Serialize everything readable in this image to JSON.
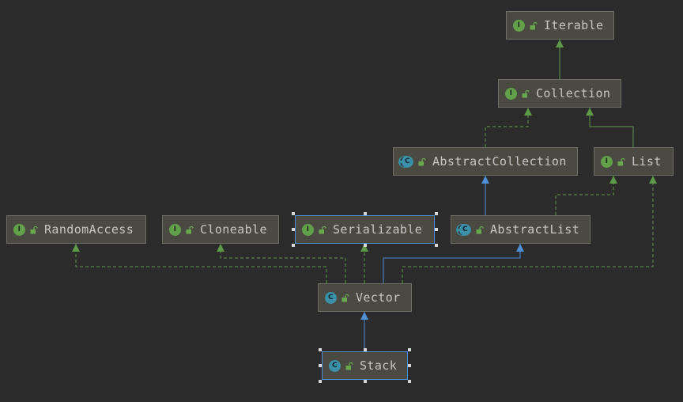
{
  "colors": {
    "background": "#2b2b2b",
    "node_fill": "#4b4a42",
    "node_border": "#6f6e66",
    "implements_edge": "#5f9a48",
    "extends_interface_edge": "#5f9a48",
    "extends_class_edge": "#4f8fd6",
    "selection": "#4f8fd6"
  },
  "nodes": [
    {
      "id": "iterable",
      "label": "Iterable",
      "kind": "interface",
      "kind_letter": "I",
      "icon": "interface-icon"
    },
    {
      "id": "collection",
      "label": "Collection",
      "kind": "interface",
      "kind_letter": "I",
      "icon": "interface-icon"
    },
    {
      "id": "abstract_collection",
      "label": "AbstractCollection",
      "kind": "abstract-class",
      "kind_letter": "C",
      "icon": "abstract-class-icon"
    },
    {
      "id": "list",
      "label": "List",
      "kind": "interface",
      "kind_letter": "I",
      "icon": "interface-icon"
    },
    {
      "id": "random_access",
      "label": "RandomAccess",
      "kind": "interface",
      "kind_letter": "I",
      "icon": "interface-icon"
    },
    {
      "id": "cloneable",
      "label": "Cloneable",
      "kind": "interface",
      "kind_letter": "I",
      "icon": "interface-icon"
    },
    {
      "id": "serializable",
      "label": "Serializable",
      "kind": "interface",
      "kind_letter": "I",
      "icon": "interface-icon",
      "selected": true
    },
    {
      "id": "abstract_list",
      "label": "AbstractList",
      "kind": "abstract-class",
      "kind_letter": "C",
      "icon": "abstract-class-icon"
    },
    {
      "id": "vector",
      "label": "Vector",
      "kind": "class",
      "kind_letter": "C",
      "icon": "class-icon"
    },
    {
      "id": "stack",
      "label": "Stack",
      "kind": "class",
      "kind_letter": "C",
      "icon": "class-icon",
      "selected": true
    }
  ],
  "edges": [
    {
      "from": "collection",
      "to": "iterable",
      "type": "extends-interface"
    },
    {
      "from": "abstract_collection",
      "to": "collection",
      "type": "implements"
    },
    {
      "from": "list",
      "to": "collection",
      "type": "extends-interface"
    },
    {
      "from": "abstract_list",
      "to": "abstract_collection",
      "type": "extends-class"
    },
    {
      "from": "abstract_list",
      "to": "list",
      "type": "implements"
    },
    {
      "from": "vector",
      "to": "random_access",
      "type": "implements"
    },
    {
      "from": "vector",
      "to": "cloneable",
      "type": "implements"
    },
    {
      "from": "vector",
      "to": "serializable",
      "type": "implements"
    },
    {
      "from": "vector",
      "to": "abstract_list",
      "type": "extends-class"
    },
    {
      "from": "vector",
      "to": "list",
      "type": "implements"
    },
    {
      "from": "stack",
      "to": "vector",
      "type": "extends-class"
    }
  ]
}
